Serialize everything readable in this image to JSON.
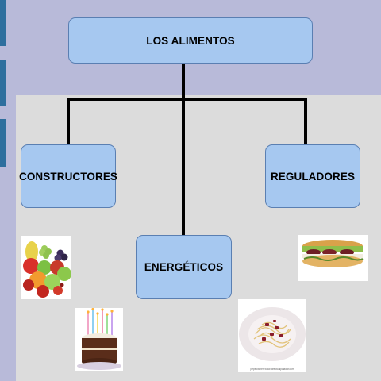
{
  "diagram": {
    "root": {
      "label": "LOS ALIMENTOS"
    },
    "children": [
      {
        "label": "CONSTRUCTORES"
      },
      {
        "label": "ENERGÉTICOS"
      },
      {
        "label": "REGULADORES"
      }
    ]
  },
  "images": {
    "fruit": {
      "icon": "fruit-basket-picture"
    },
    "cake": {
      "icon": "birthday-cake-picture"
    },
    "sandwich": {
      "icon": "sandwich-picture"
    },
    "pasta": {
      "icon": "spaghetti-plate-picture",
      "caption": "pepekitchen   www.directoalpaladar.com"
    }
  },
  "colors": {
    "background": "#b8bad9",
    "panel": "#dcdcdc",
    "box_fill": "#a6c8f0",
    "box_border": "#5a7fb2",
    "connector": "#000000",
    "left_strip": "#2e6f9e"
  }
}
